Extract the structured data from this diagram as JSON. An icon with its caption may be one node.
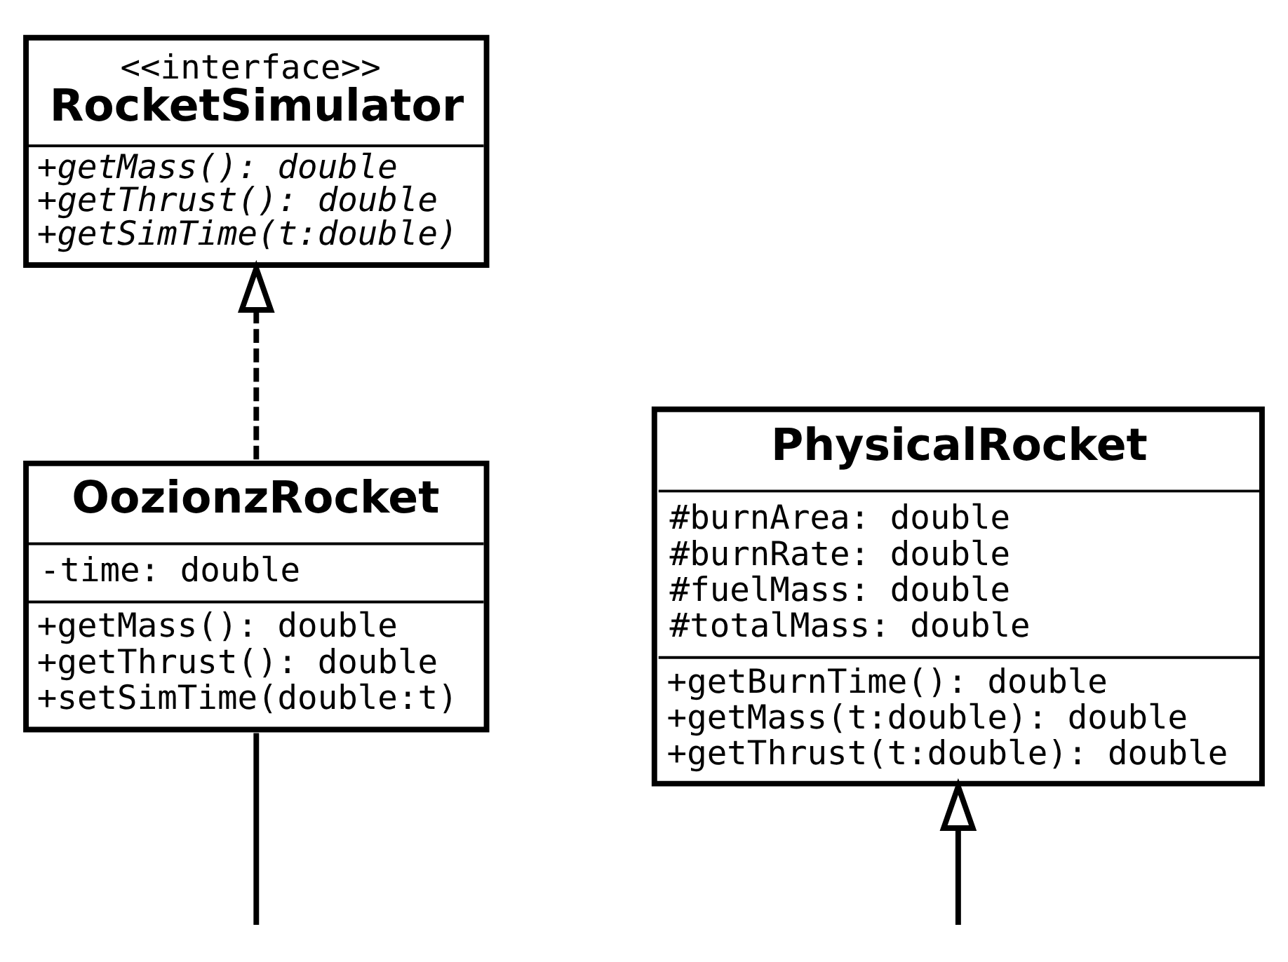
{
  "diagram": {
    "nodes": [
      {
        "text": [
          "<<interface>>",
          "RocketSimulator",
          "+getMass(): double",
          "+getThrust(): double",
          "+getSimTime(t:double)"
        ]
      },
      {
        "text": [
          "PhysicalRocket",
          "#burnArea: double",
          "#burnRate: double",
          "#fuelMass: double",
          "#totalMass: double",
          "+getBurnTime(): double",
          "+getMass(t:double): double",
          "+getThrust(t:double): double"
        ]
      },
      {
        "text": [
          "OozionzRocket",
          "-time: double",
          "+getMass(): double",
          "+getThrust(): double",
          "+setSimTime(double:t)"
        ]
      }
    ],
    "edges": [
      {
        "from": 2,
        "to": 0,
        "arrow": "to",
        "style": "dashed"
      },
      {
        "from": null,
        "to": 1,
        "arrow": "to"
      },
      {
        "from": 2,
        "to": null,
        "arrow": "none"
      }
    ]
  }
}
